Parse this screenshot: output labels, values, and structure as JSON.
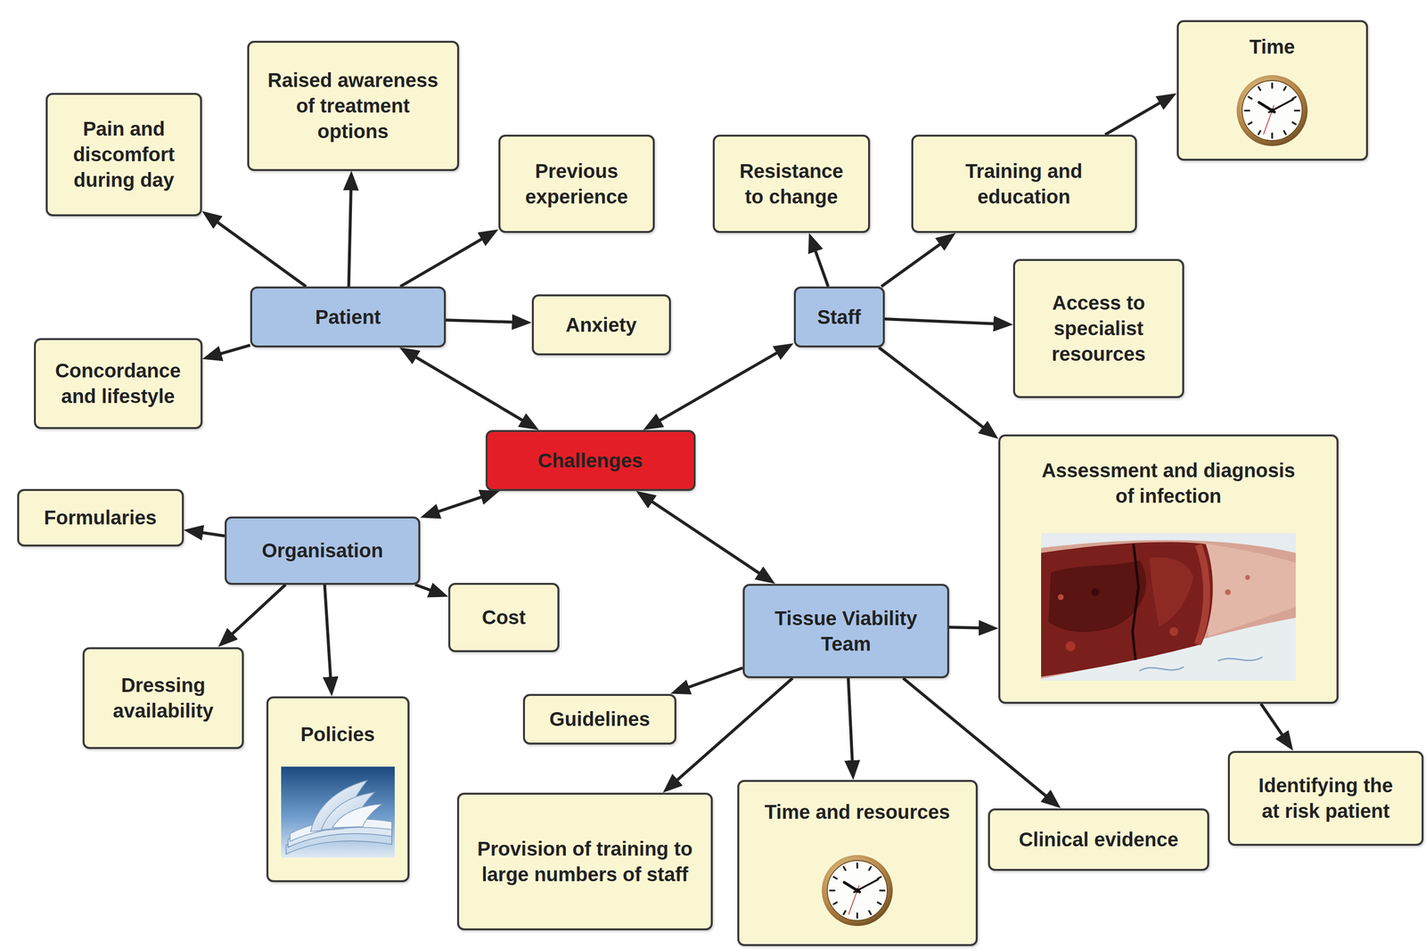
{
  "diagram": {
    "nodes": [
      {
        "text": [
          "Challenges"
        ]
      },
      {
        "text": [
          "Patient"
        ]
      },
      {
        "text": [
          "Staff"
        ]
      },
      {
        "text": [
          "Organisation"
        ]
      },
      {
        "text": [
          "Tissue Viability Team"
        ]
      },
      {
        "text": [
          "Pain and discomfort during day"
        ]
      },
      {
        "text": [
          "Raised awareness of treatment options"
        ]
      },
      {
        "text": [
          "Previous experience"
        ]
      },
      {
        "text": [
          "Anxiety"
        ]
      },
      {
        "text": [
          "Concordance and lifestyle"
        ]
      },
      {
        "text": [
          "Resistance to change"
        ]
      },
      {
        "text": [
          "Training and education"
        ]
      },
      {
        "text": [
          "Time"
        ]
      },
      {
        "text": [
          "Access to specialist resources"
        ]
      },
      {
        "text": [
          "Assessment and diagnosis of infection"
        ]
      },
      {
        "text": [
          "Formularies"
        ]
      },
      {
        "text": [
          "Cost"
        ]
      },
      {
        "text": [
          "Dressing availability"
        ]
      },
      {
        "text": [
          "Policies"
        ]
      },
      {
        "text": [
          "Guidelines"
        ]
      },
      {
        "text": [
          "Provision of training to large numbers of staff"
        ]
      },
      {
        "text": [
          "Time and resources"
        ]
      },
      {
        "text": [
          "Clinical evidence"
        ]
      },
      {
        "text": [
          "Identifying the at risk patient"
        ]
      }
    ],
    "edges": [
      {
        "from": 0,
        "to": 1,
        "arrow": "both"
      },
      {
        "from": 0,
        "to": 2,
        "arrow": "both"
      },
      {
        "from": 0,
        "to": 3,
        "arrow": "both"
      },
      {
        "from": 0,
        "to": 4,
        "arrow": "both"
      },
      {
        "from": 1,
        "to": 5,
        "arrow": "to"
      },
      {
        "from": 1,
        "to": 6,
        "arrow": "to"
      },
      {
        "from": 1,
        "to": 7,
        "arrow": "to"
      },
      {
        "from": 1,
        "to": 8,
        "arrow": "to"
      },
      {
        "from": 1,
        "to": 9,
        "arrow": "to"
      },
      {
        "from": 2,
        "to": 10,
        "arrow": "to"
      },
      {
        "from": 2,
        "to": 11,
        "arrow": "to"
      },
      {
        "from": 2,
        "to": 13,
        "arrow": "to"
      },
      {
        "from": 2,
        "to": 14,
        "arrow": "to"
      },
      {
        "from": 11,
        "to": 12,
        "arrow": "to"
      },
      {
        "from": 3,
        "to": 15,
        "arrow": "to"
      },
      {
        "from": 3,
        "to": 16,
        "arrow": "to"
      },
      {
        "from": 3,
        "to": 17,
        "arrow": "to"
      },
      {
        "from": 3,
        "to": 18,
        "arrow": "to"
      },
      {
        "from": 4,
        "to": 14,
        "arrow": "to"
      },
      {
        "from": 4,
        "to": 19,
        "arrow": "to"
      },
      {
        "from": 4,
        "to": 20,
        "arrow": "to"
      },
      {
        "from": 4,
        "to": 21,
        "arrow": "to"
      },
      {
        "from": 4,
        "to": 22,
        "arrow": "to"
      },
      {
        "from": 14,
        "to": 23,
        "arrow": "to"
      }
    ]
  }
}
